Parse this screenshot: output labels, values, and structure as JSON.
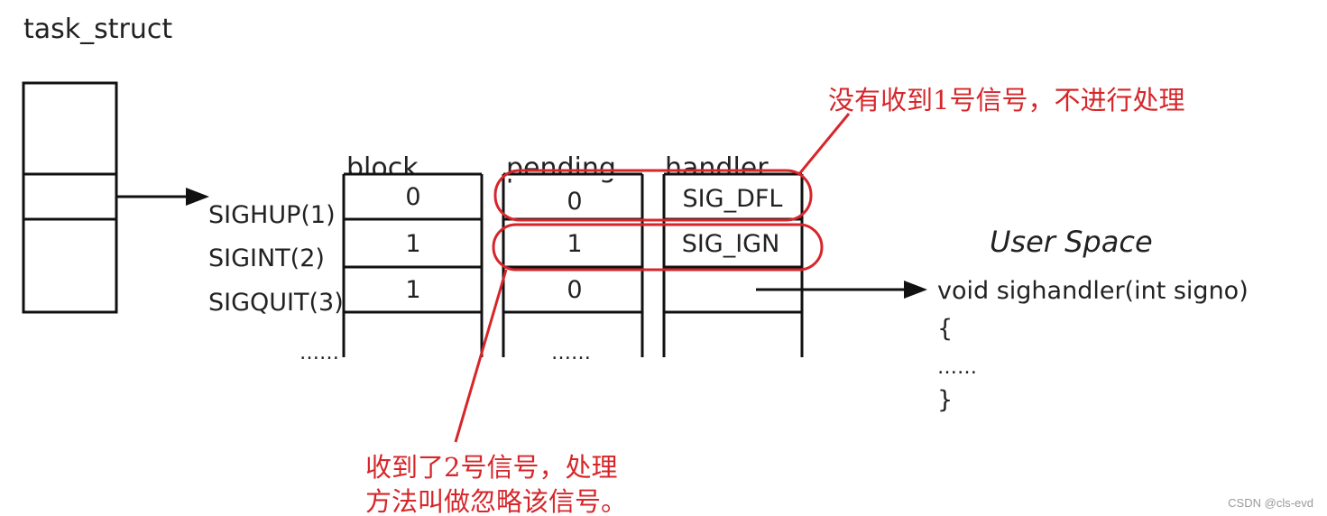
{
  "task_struct_label": "task_struct",
  "columns": {
    "block": "block",
    "pending": "pending",
    "handler": "handler"
  },
  "signals": [
    {
      "name": "SIGHUP(1)",
      "block": "0",
      "pending": "0",
      "handler": "SIG_DFL"
    },
    {
      "name": "SIGINT(2)",
      "block": "1",
      "pending": "1",
      "handler": "SIG_IGN"
    },
    {
      "name": "SIGQUIT(3)",
      "block": "1",
      "pending": "0",
      "handler": ""
    }
  ],
  "ellipsis": {
    "signals": "……",
    "pending": "……"
  },
  "user_space": {
    "title": "User Space",
    "line1": "void sighandler(int signo)",
    "line2": "{",
    "line3": "……",
    "line4": "}"
  },
  "annotations": {
    "top": "没有收到1号信号，不进行处理",
    "bottom_line1": "收到了2号信号，处理",
    "bottom_line2": "方法叫做忽略该信号。"
  },
  "watermark": "CSDN @cls-evd",
  "colors": {
    "annotation": "#d6262a",
    "line": "#111111",
    "text": "#222222"
  }
}
